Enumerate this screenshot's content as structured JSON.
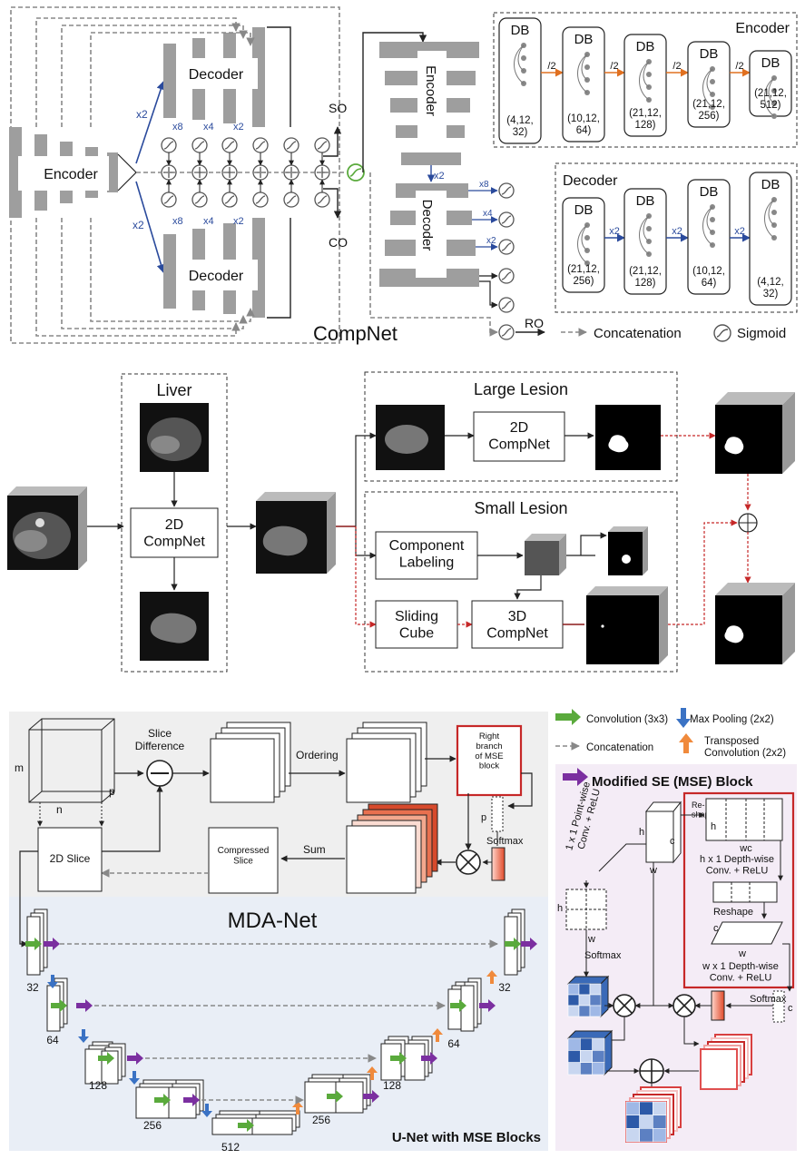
{
  "top": {
    "title": "CompNet",
    "encoder": "Encoder",
    "decoder": "Decoder",
    "x2": "x2",
    "x4": "x4",
    "x8": "x8",
    "so": "SO",
    "co": "CO",
    "ro": "RO",
    "encoder_box": {
      "title": "Encoder",
      "db": "DB",
      "sizes": [
        "(4,12,\n32)",
        "(10,12,\n64)",
        "(21,12,\n128)",
        "(21,12,\n256)",
        "(21,12,\n512)"
      ],
      "arrow": "/2"
    },
    "decoder_box": {
      "title": "Decoder",
      "db": "DB",
      "sizes": [
        "(21,12,\n256)",
        "(21,12,\n128)",
        "(10,12,\n64)",
        "(4,12,\n32)"
      ],
      "arrow": "x2"
    },
    "legend": {
      "concat": "Concatenation",
      "sigmoid": "Sigmoid"
    }
  },
  "middle": {
    "liver": "Liver",
    "large_lesion": "Large Lesion",
    "small_lesion": "Small Lesion",
    "compnet2d": "2D\nCompNet",
    "compnet3d": "3D\nCompNet",
    "component_labeling": "Component\nLabeling",
    "sliding_cube": "Sliding\nCube"
  },
  "bottom": {
    "slice_difference": "Slice\nDifference",
    "ordering": "Ordering",
    "right_branch": "Right\nbranch\nof MSE\nblock",
    "softmax": "Softmax",
    "sum": "Sum",
    "compressed_slice": "Compressed\nSlice",
    "slice2d": "2D Slice",
    "mda_net": "MDA-Net",
    "unet_caption": "U-Net with MSE Blocks",
    "dims": {
      "m": "m",
      "n": "n",
      "p": "p"
    },
    "channels": [
      "32",
      "64",
      "128",
      "256",
      "512",
      "256",
      "128",
      "64",
      "32"
    ],
    "legend": {
      "conv": "Convolution (3x3)",
      "maxpool": "Max Pooling (2x2)",
      "concat": "Concatenation",
      "transposed": "Transposed\nConvolution (2x2)"
    },
    "mse": {
      "title": "Modified SE (MSE) Block",
      "reshape_short": "Re-\nshape",
      "reshape": "Reshape",
      "pointwise": "1 x 1 Point-wise\nConv. + ReLU",
      "depthwise_h": "h x 1 Depth-wise\nConv. + ReLU",
      "depthwise_w": "w x 1 Depth-wise\nConv. + ReLU",
      "softmax": "Softmax",
      "h": "h",
      "w": "w",
      "c": "c",
      "wc": "wc"
    }
  },
  "colors": {
    "conv": "#5aaa3c",
    "pool": "#3a72c4",
    "transposed": "#f08a3c",
    "mse": "#7b2fa0",
    "red": "#c62828"
  }
}
